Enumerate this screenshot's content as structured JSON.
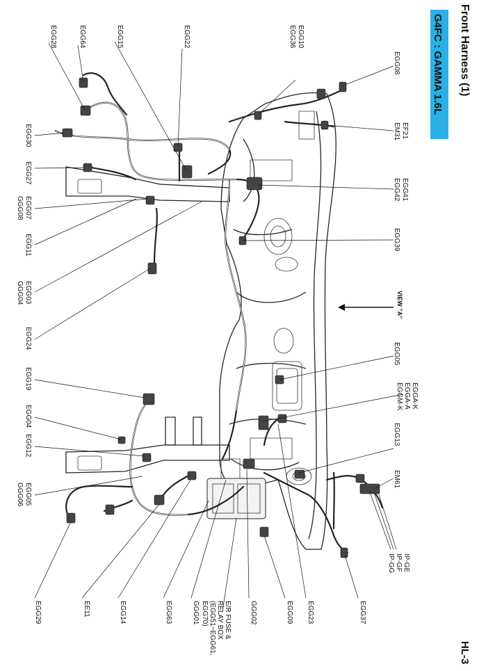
{
  "page": {
    "title": "Front Harness (1)",
    "subtitle": "G4FC : GAMMA 1.6L",
    "page_number": "HL-3",
    "subtitle_bg": "#2ab0e6"
  },
  "view_label": "VIEW \"A\"",
  "labels": {
    "egg08": "EGG08",
    "egg10": "EGG10",
    "egg36": "EGG36",
    "egg22": "EGG22",
    "egg15": "EGG15",
    "egg64": "EGG64",
    "egg28": "EGG28",
    "ef21": "EF21",
    "em31": "EM31",
    "egg30": "EGG30",
    "egg27": "EGG27",
    "egg41": "EGG41",
    "egg42": "EGG42",
    "egg07": "EGG07",
    "ggg08": "GGG08",
    "egg11": "EGG11",
    "egg39": "EGG39",
    "egg03": "EGG03",
    "ggg04": "GGG04",
    "egg24": "EGG24",
    "egg05_upper": "EGG05",
    "egg19": "EGG19",
    "egga_k": "EGGA-K",
    "egga_a": "EGGA-A",
    "eggm_k": "EGGM-K",
    "egg04": "EGG04",
    "egg13": "EGG13",
    "egg12": "EGG12",
    "em61": "EM61",
    "egg05_lower": "EGG05",
    "ggg06": "GGG06",
    "ip_ge": "IP-GE",
    "ip_gf": "IP-GF",
    "ip_gg": "IP-GG",
    "egg29": "EGG29",
    "ee11": "EE11",
    "egg14": "EGG14",
    "egg63": "EGG63",
    "ggg01": "GGG01",
    "er_fuse_1": "E/R FUSE &",
    "er_fuse_2": "RELAY BOX",
    "er_fuse_3": "(EGG51~EGG61,",
    "er_fuse_4": "EGG70)",
    "ggg02": "GGG02",
    "egg09": "EGG09",
    "egg23": "EGG23",
    "egg37": "EGG37"
  }
}
